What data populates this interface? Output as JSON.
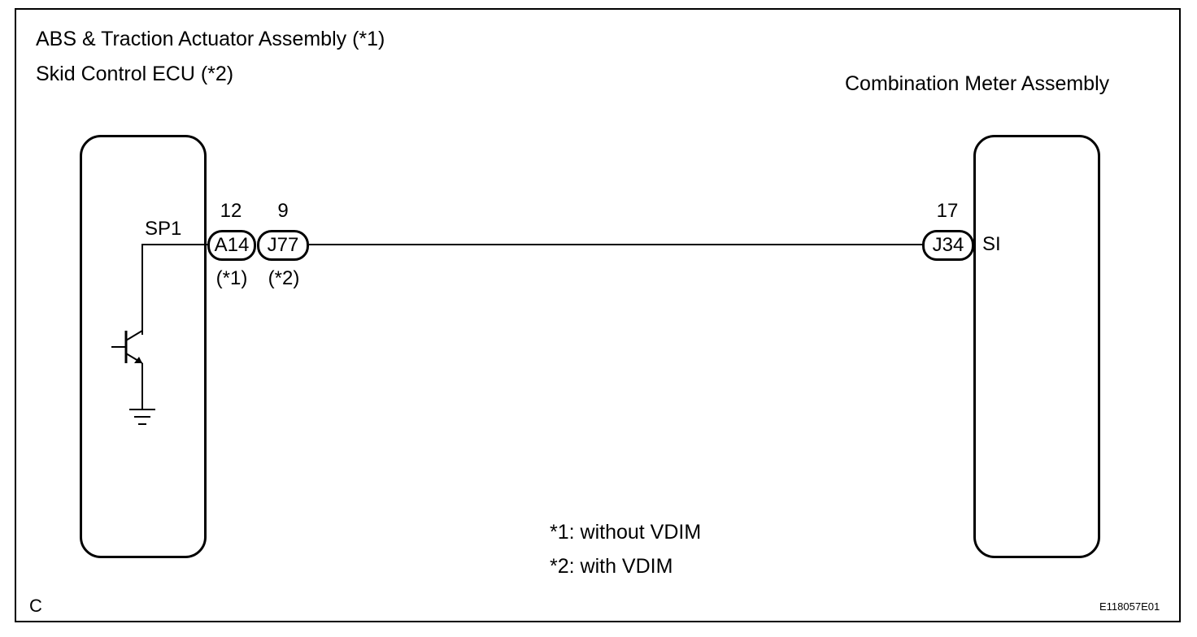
{
  "ecu": {
    "title_line1": "ABS & Traction Actuator Assembly (*1)",
    "title_line2": "Skid Control ECU (*2)",
    "terminal": "SP1"
  },
  "meter": {
    "title": "Combination Meter Assembly",
    "terminal": "SI"
  },
  "connectors": {
    "a14": {
      "name": "A14",
      "pin": "12",
      "note": "(*1)"
    },
    "j77": {
      "name": "J77",
      "pin": "9",
      "note": "(*2)"
    },
    "j34": {
      "name": "J34",
      "pin": "17"
    }
  },
  "notes": {
    "note1": "*1: without VDIM",
    "note2": "*2: with VDIM"
  },
  "corner_letter": "C",
  "figure_id": "E118057E01"
}
